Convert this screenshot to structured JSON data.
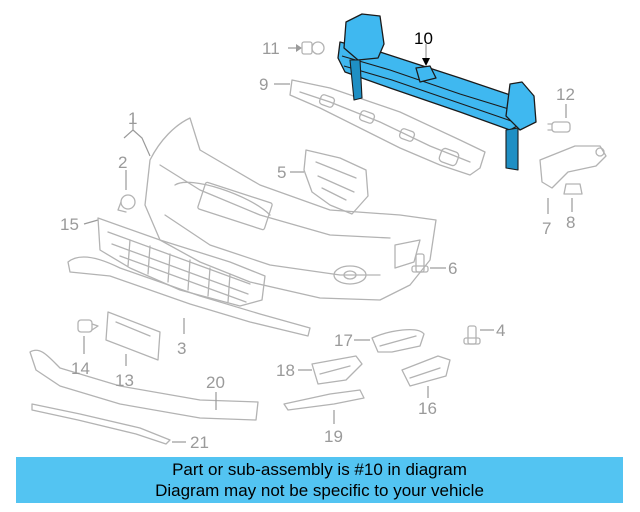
{
  "labels": {
    "p1": "1",
    "p2": "2",
    "p3": "3",
    "p4": "4",
    "p5": "5",
    "p6": "6",
    "p7": "7",
    "p8": "8",
    "p9": "9",
    "p10": "10",
    "p11": "11",
    "p12": "12",
    "p13": "13",
    "p14": "14",
    "p15": "15",
    "p16": "16",
    "p17": "17",
    "p18": "18",
    "p19": "19",
    "p20": "20",
    "p21": "21"
  },
  "highlighted_part": "10",
  "colors": {
    "highlight": "#3fb8f0",
    "banner": "#53c4f2",
    "ghost": "#b3b3b3"
  },
  "banner": {
    "line1": "Part or sub-assembly is #10 in diagram",
    "line2": "Diagram may not be specific to your vehicle"
  }
}
